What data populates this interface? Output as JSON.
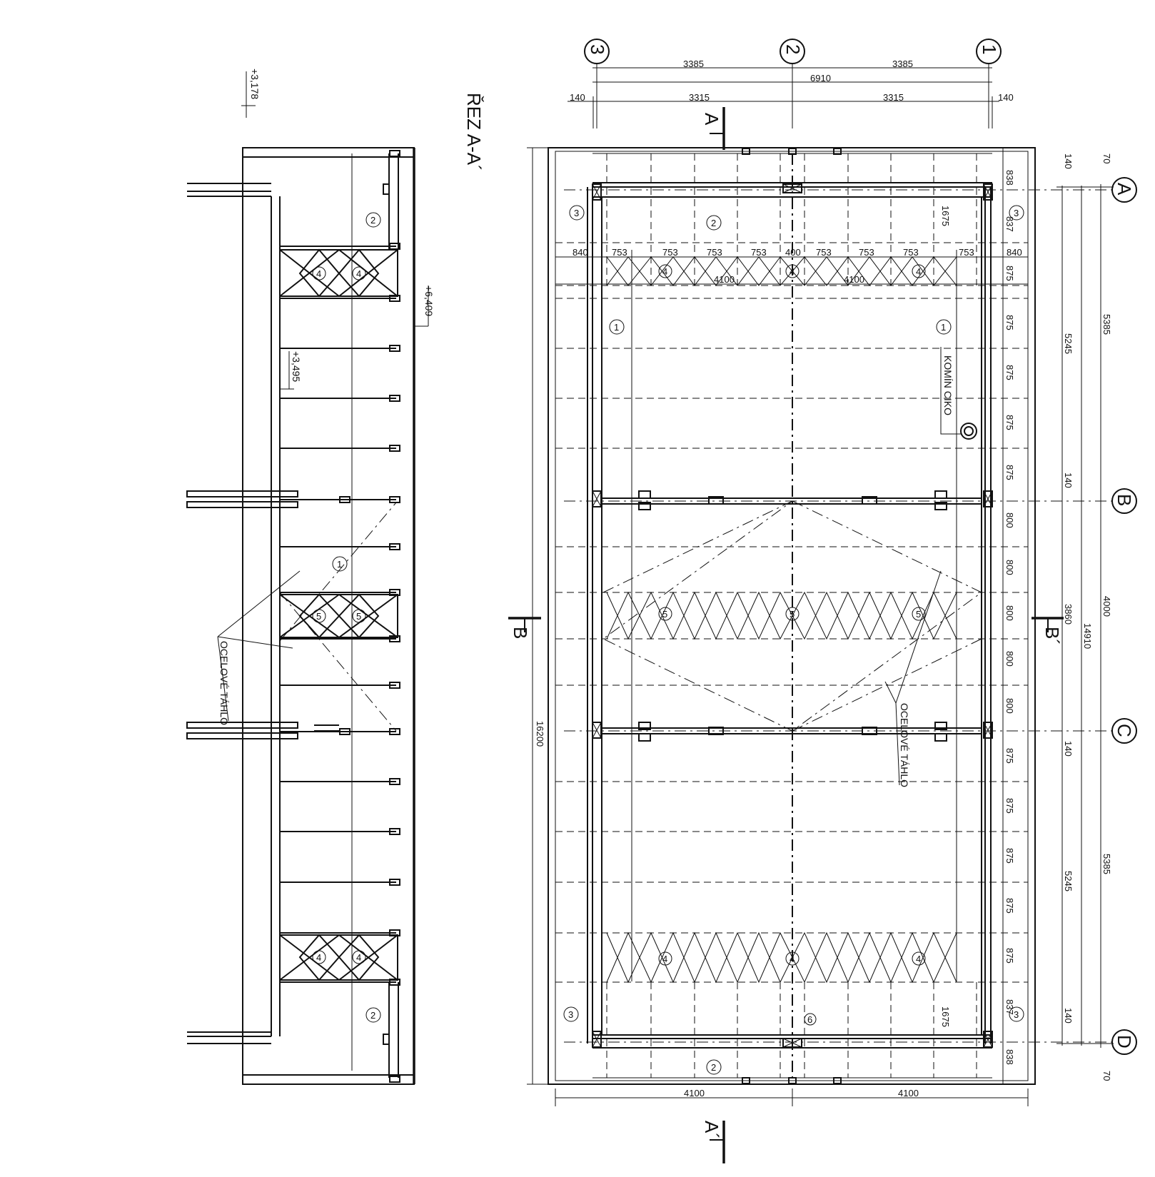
{
  "section_title": "ŘEZ A-A´",
  "levels": {
    "top": "+3,178",
    "right": "+6,409",
    "inner": "+3,495"
  },
  "section_marks": {
    "a_top": "A",
    "a_bottom": "A´",
    "b_left": "B",
    "b_right": "B´"
  },
  "grid_columns": [
    "3",
    "2",
    "1"
  ],
  "grid_rows": [
    "A",
    "B",
    "C",
    "D"
  ],
  "top_dims": {
    "row1": [
      "3385",
      "3385"
    ],
    "total": "6910",
    "row3": [
      "140",
      "3315",
      "3315",
      "140"
    ]
  },
  "inner_dims": [
    "840",
    "753",
    "753",
    "753",
    "753",
    "400",
    "753",
    "753",
    "753",
    "753",
    "840"
  ],
  "inner_half": [
    "4100",
    "4100"
  ],
  "bottom_dims": [
    "4100",
    "4100"
  ],
  "left_total": "16200",
  "right_chain": [
    "838",
    "837",
    "875",
    "875",
    "875",
    "875",
    "875",
    "800",
    "800",
    "800",
    "800",
    "800",
    "875",
    "875",
    "875",
    "875",
    "875",
    "837",
    "838"
  ],
  "right_mid": [
    "140",
    "5245",
    "140",
    "3860",
    "140",
    "5245",
    "140"
  ],
  "right_outer": [
    "70",
    "5385",
    "4000",
    "5385",
    "70"
  ],
  "right_total": "14910",
  "dim_1675": "1675",
  "labels": {
    "chimney": "KOMÍN CIKO",
    "steel_tie": "OCELOVÉ TÁHLO"
  },
  "markers": {
    "m1": "1",
    "m2": "2",
    "m3": "3",
    "m4": "4",
    "m5": "5",
    "m6": "6"
  }
}
